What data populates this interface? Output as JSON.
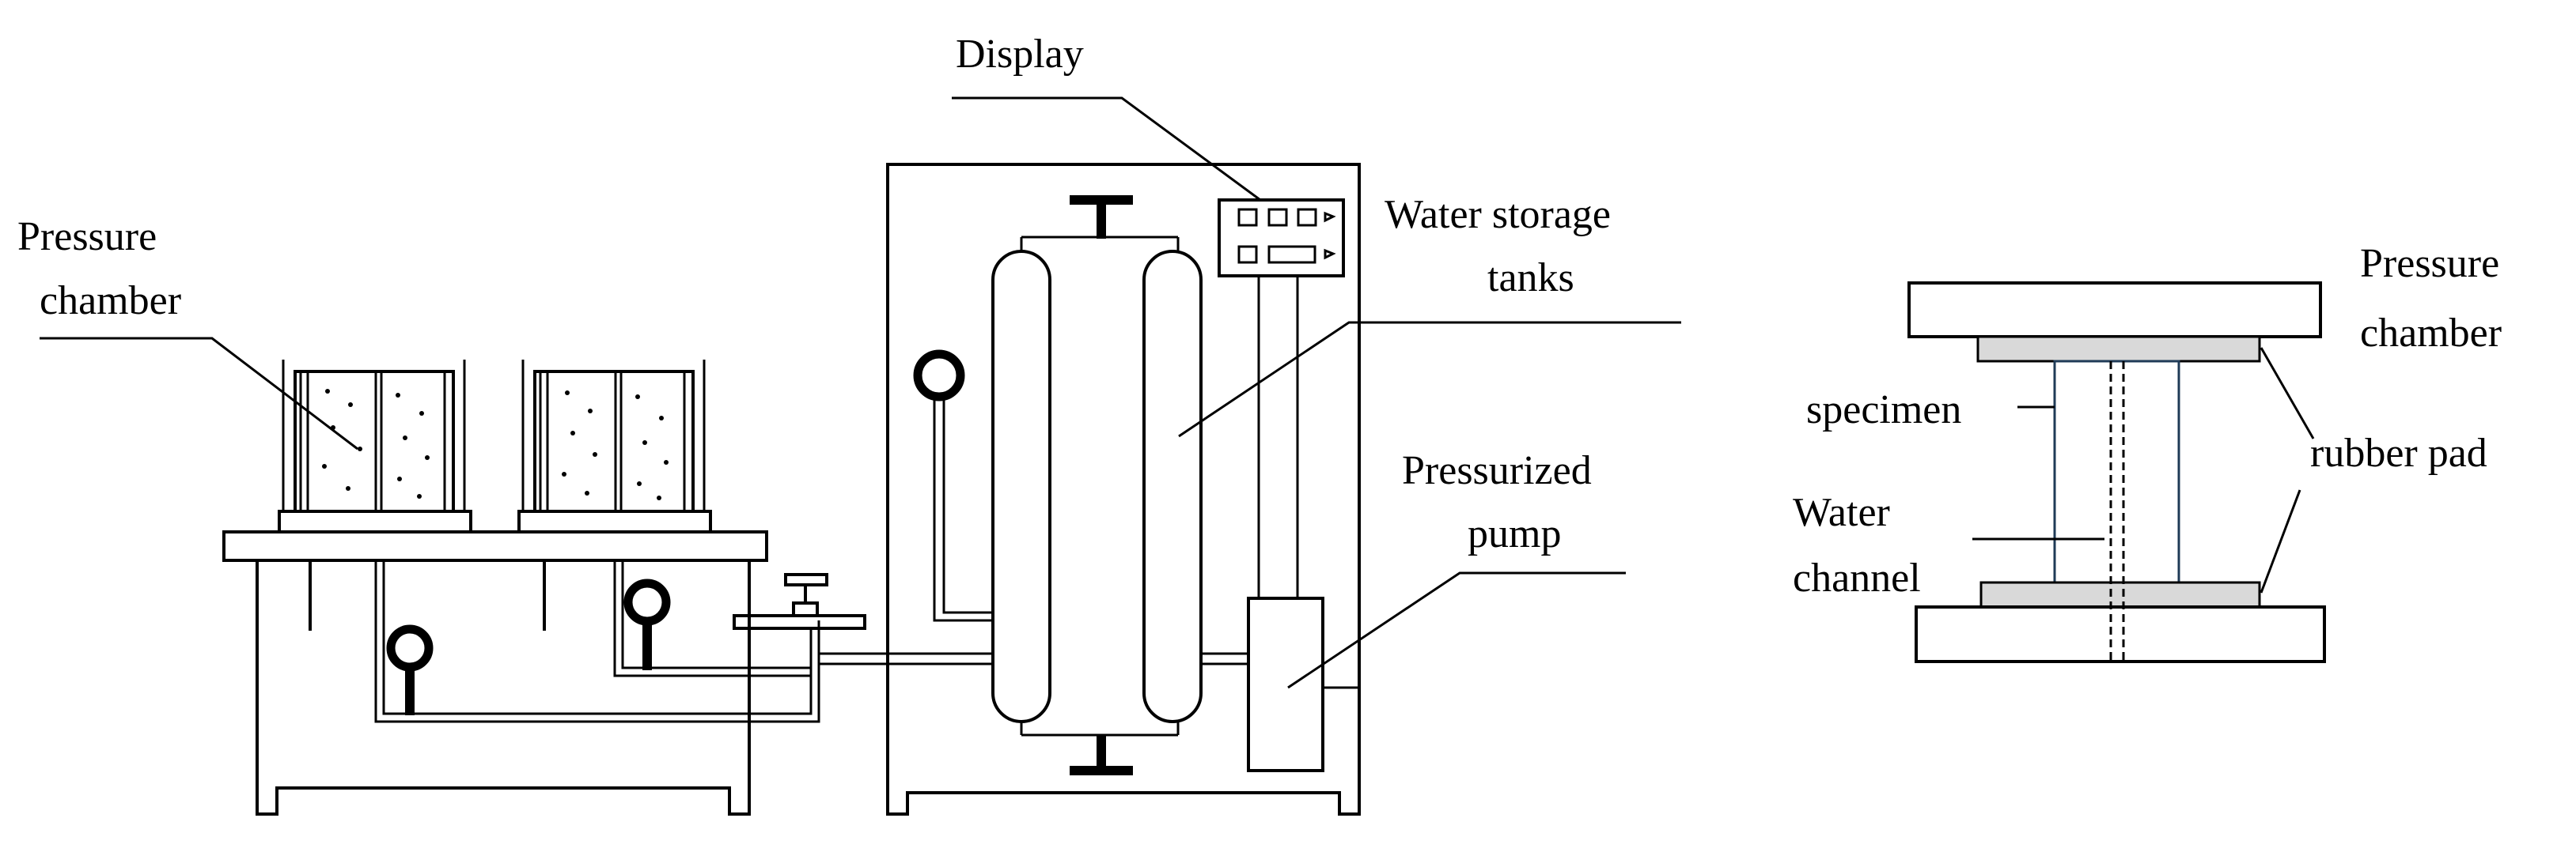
{
  "labels": {
    "display": "Display",
    "left_chamber_line1": "Pressure",
    "left_chamber_line2": "chamber",
    "water_tanks_line1": "Water storage",
    "water_tanks_line2": "tanks",
    "pump_line1": "Pressurized",
    "pump_line2": "pump",
    "right_chamber_line1": "Pressure",
    "right_chamber_line2": "chamber",
    "specimen": "specimen",
    "rubber_pad": "rubber pad",
    "water_channel_line1": "Water",
    "water_channel_line2": "channel"
  },
  "colors": {
    "line": "#000000",
    "pad_fill": "#d9d9d9",
    "specimen_outline": "#1f3b57",
    "background": "#ffffff"
  }
}
